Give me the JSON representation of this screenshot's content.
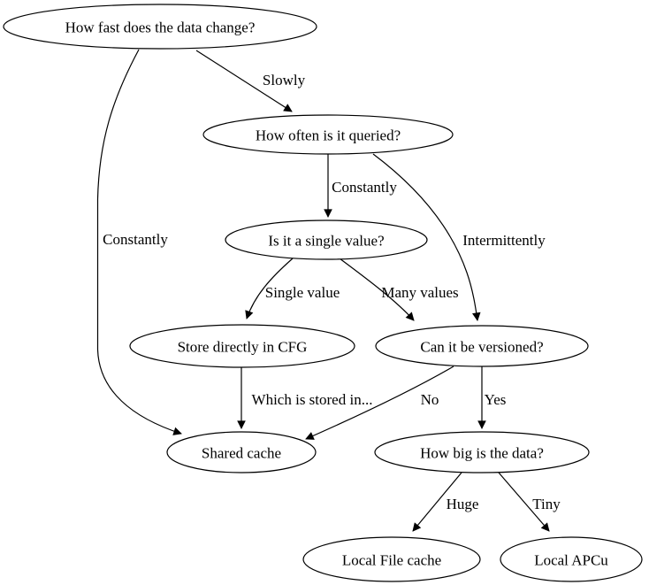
{
  "diagram": {
    "type": "decision-flowchart",
    "background_color": "#ffffff",
    "stroke_color": "#000000",
    "text_color": "#000000",
    "nodes": [
      {
        "id": "how-fast",
        "label": "How fast does the data change?"
      },
      {
        "id": "how-often",
        "label": "How often is it queried?"
      },
      {
        "id": "is-single-value",
        "label": "Is it a single value?"
      },
      {
        "id": "store-cfg",
        "label": "Store directly in CFG"
      },
      {
        "id": "can-be-versioned",
        "label": "Can it be versioned?"
      },
      {
        "id": "shared-cache",
        "label": "Shared cache"
      },
      {
        "id": "how-big",
        "label": "How big is the data?"
      },
      {
        "id": "local-file-cache",
        "label": "Local File cache"
      },
      {
        "id": "local-apcu",
        "label": "Local APCu"
      }
    ],
    "edges": [
      {
        "from": "how-fast",
        "to": "how-often",
        "label": "Slowly"
      },
      {
        "from": "how-fast",
        "to": "shared-cache",
        "label": "Constantly"
      },
      {
        "from": "how-often",
        "to": "is-single-value",
        "label": "Constantly"
      },
      {
        "from": "how-often",
        "to": "can-be-versioned",
        "label": "Intermittently"
      },
      {
        "from": "is-single-value",
        "to": "store-cfg",
        "label": "Single value"
      },
      {
        "from": "is-single-value",
        "to": "can-be-versioned",
        "label": "Many values"
      },
      {
        "from": "store-cfg",
        "to": "shared-cache",
        "label": "Which is stored in..."
      },
      {
        "from": "can-be-versioned",
        "to": "shared-cache",
        "label": "No"
      },
      {
        "from": "can-be-versioned",
        "to": "how-big",
        "label": "Yes"
      },
      {
        "from": "how-big",
        "to": "local-file-cache",
        "label": "Huge"
      },
      {
        "from": "how-big",
        "to": "local-apcu",
        "label": "Tiny"
      }
    ]
  }
}
